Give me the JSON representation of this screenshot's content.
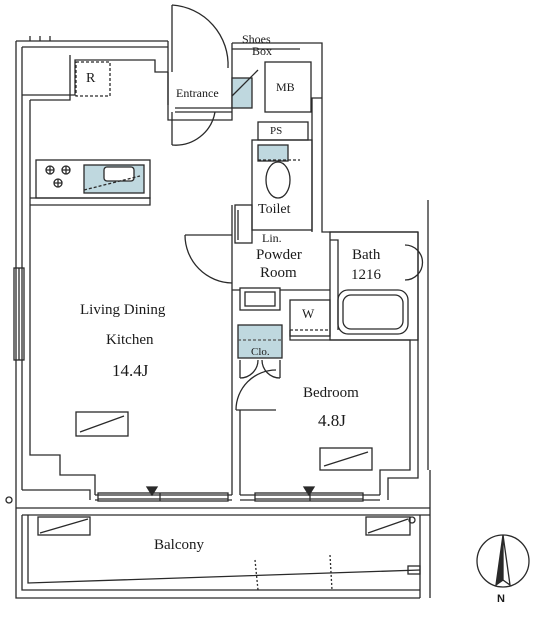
{
  "plan": {
    "rooms": {
      "living": {
        "line1": "Living Dining",
        "line2": "Kitchen",
        "size": "14.4J"
      },
      "bedroom": {
        "name": "Bedroom",
        "size": "4.8J"
      },
      "bath": {
        "name": "Bath",
        "code": "1216"
      },
      "powder": {
        "line1": "Powder",
        "line2": "Room"
      },
      "toilet": "Toilet",
      "entrance": "Entrance",
      "shoes_box": {
        "line1": "Shoes",
        "line2": "Box"
      },
      "mb": "MB",
      "ps": "PS",
      "lin": "Lin.",
      "clo": "Clo.",
      "w": "W",
      "r": "R",
      "balcony": "Balcony"
    },
    "compass": {
      "label": "N"
    },
    "colors": {
      "wall": "#2a2a2a",
      "fixture_fill": "#bfd8df",
      "line": "#333333"
    }
  }
}
